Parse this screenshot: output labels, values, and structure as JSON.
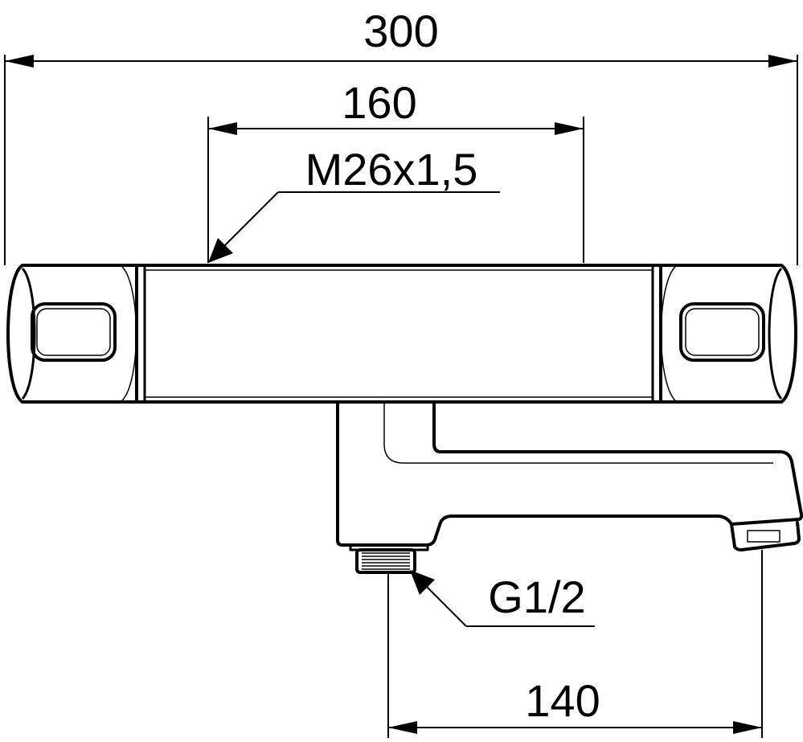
{
  "dimensions": {
    "overall_width": "300",
    "connection_spacing": "160",
    "thread_size": "M26x1,5",
    "outlet_thread": "G1/2",
    "outlet_offset": "140"
  }
}
